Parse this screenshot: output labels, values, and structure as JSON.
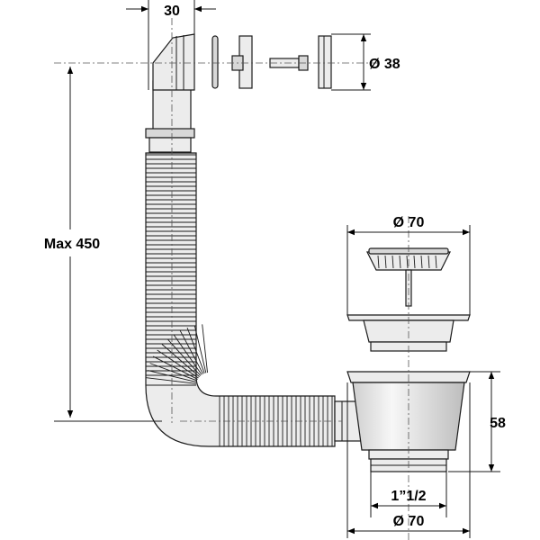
{
  "diagram": {
    "dimensions": {
      "overflow_offset": "30",
      "overflow_diameter": "Ø 38",
      "max_length": "Max 450",
      "strainer_diameter": "Ø 70",
      "body_height": "58",
      "outlet_thread": "1”1/2",
      "body_diameter": "Ø 70"
    }
  }
}
